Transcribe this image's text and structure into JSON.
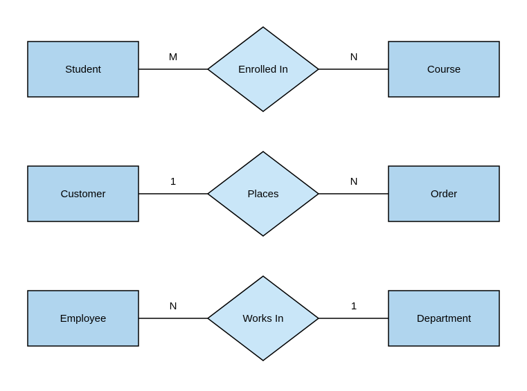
{
  "diagram": {
    "type": "entity-relationship-diagram",
    "colors": {
      "background": "#ffffff",
      "entity_fill": "#b0d5ee",
      "relationship_fill": "#c9e6f8",
      "border": "#000000",
      "text": "#000000"
    },
    "rows": [
      {
        "left_entity": "Student",
        "left_cardinality": "M",
        "relationship": "Enrolled In",
        "right_cardinality": "N",
        "right_entity": "Course"
      },
      {
        "left_entity": "Customer",
        "left_cardinality": "1",
        "relationship": "Places",
        "right_cardinality": "N",
        "right_entity": "Order"
      },
      {
        "left_entity": "Employee",
        "left_cardinality": "N",
        "relationship": "Works In",
        "right_cardinality": "1",
        "right_entity": "Department"
      }
    ]
  }
}
